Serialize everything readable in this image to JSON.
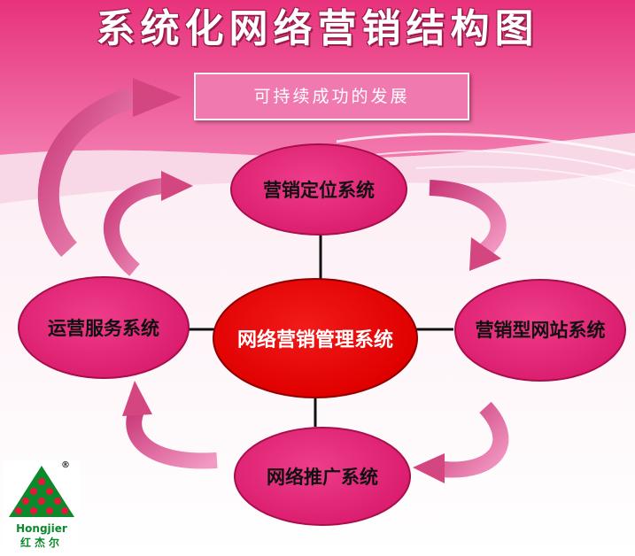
{
  "title": "系统化网络营销结构图",
  "goal_box": "可持续成功的发展",
  "nodes": {
    "center": "网络营销管理系统",
    "top": "营销定位系统",
    "left": "运营服务系统",
    "right": "营销型网站系统",
    "bottom": "网络推广系统"
  },
  "logo": {
    "brand_en": "Hongjier",
    "brand_cn": "红杰尔",
    "registered_mark": "®"
  },
  "colors": {
    "header_magenta": "#e8327c",
    "node_pink": "#dc1f70",
    "center_red": "#e00000",
    "arrow_pink": "#e05a95",
    "logo_green": "#0a8a2a",
    "logo_red": "#e8163a"
  },
  "icons": [
    "curved-arrow",
    "logo-tree-icon"
  ]
}
